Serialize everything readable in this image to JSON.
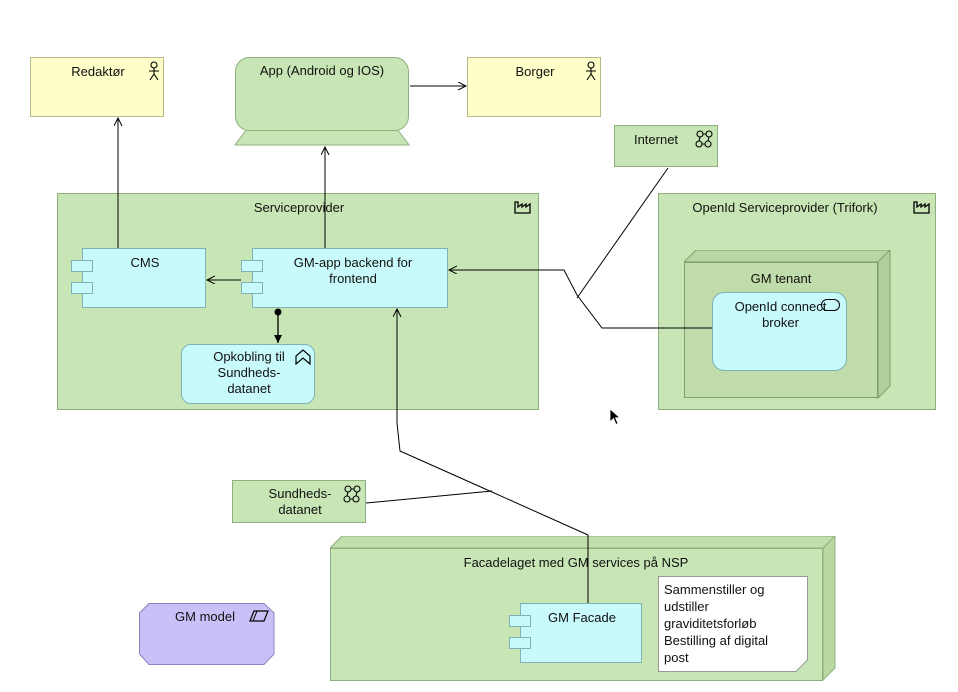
{
  "redaktor": "Redaktør",
  "app": "App (Android og IOS)",
  "borger": "Borger",
  "internet": "Internet",
  "serviceprovider": "Serviceprovider",
  "openid_sp": "OpenId Serviceprovider (Trifork)",
  "gm_tenant": "GM tenant",
  "openid_broker": "OpenId connect broker",
  "cms": "CMS",
  "gm_backend": "GM-app backend for frontend",
  "opkobling": "Opkobling til Sundheds-datanet",
  "sundhedsdatanet": "Sundheds-datanet",
  "facadelaget": "Facadelaget med GM services på NSP",
  "gm_facade": "GM Facade",
  "note": [
    "Sammenstiller og",
    "udstiller",
    "graviditetsforløb",
    "Bestilling af digital",
    "post"
  ],
  "gm_model": "GM model",
  "colors": {
    "actor": "#fefec8",
    "node": "#c8e6b5",
    "component": "#c8fafc",
    "model": "#c9c0f7"
  }
}
